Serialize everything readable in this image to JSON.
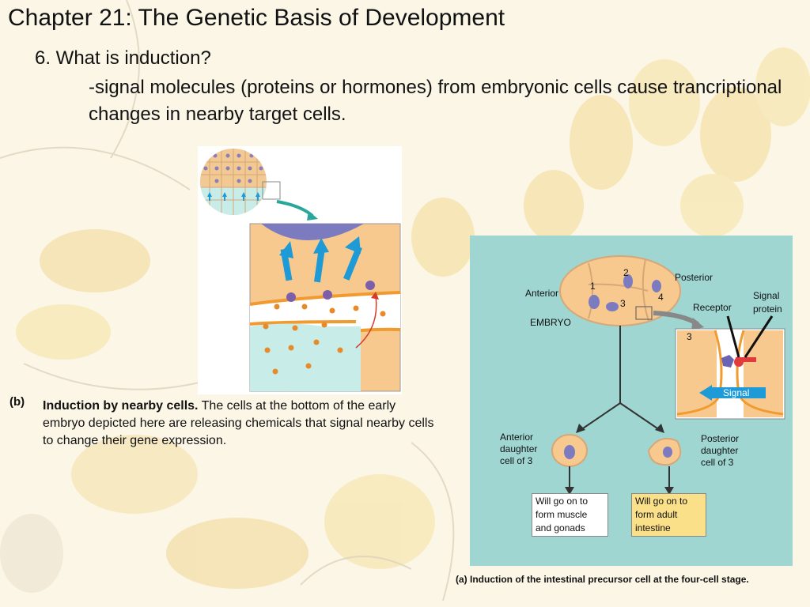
{
  "slide": {
    "title": "Chapter 21:  The Genetic Basis of Development",
    "question": "6.  What is induction?",
    "answer": "-signal molecules (proteins or hormones) from embryonic cells cause trancriptional changes in nearby target cells."
  },
  "figure_b": {
    "label": "(b)",
    "caption_bold": "Induction by nearby cells.",
    "caption_text": " The cells at the bottom of the early embryo depicted here are releasing chemicals that signal nearby cells to change their gene expression."
  },
  "figure_a": {
    "caption": "(a) Induction of the intestinal precursor cell at the four-cell stage.",
    "cell_numbers": [
      "1",
      "2",
      "3",
      "4"
    ],
    "anterior": "Anterior",
    "posterior": "Posterior",
    "embryo": "EMBRYO",
    "receptor": "Receptor",
    "signal_protein_1": "Signal",
    "signal_protein_2": "protein",
    "inset_number": "3",
    "signal_arrow": "Signal",
    "anterior_daughter": [
      "Anterior",
      "daughter",
      "cell of 3"
    ],
    "posterior_daughter": [
      "Posterior",
      "daughter",
      "cell of 3"
    ],
    "fate_left": [
      "Will go on to",
      "form muscle",
      "and gonads"
    ],
    "fate_right": [
      "Will go on to",
      "form adult",
      "intestine"
    ],
    "colors": {
      "panel": "#9fd6d2",
      "cell": "#f7c98f",
      "nucleus": "#7c7bbf",
      "signal": "#1e9ad6",
      "intestine_box": "#fbe08a"
    }
  }
}
